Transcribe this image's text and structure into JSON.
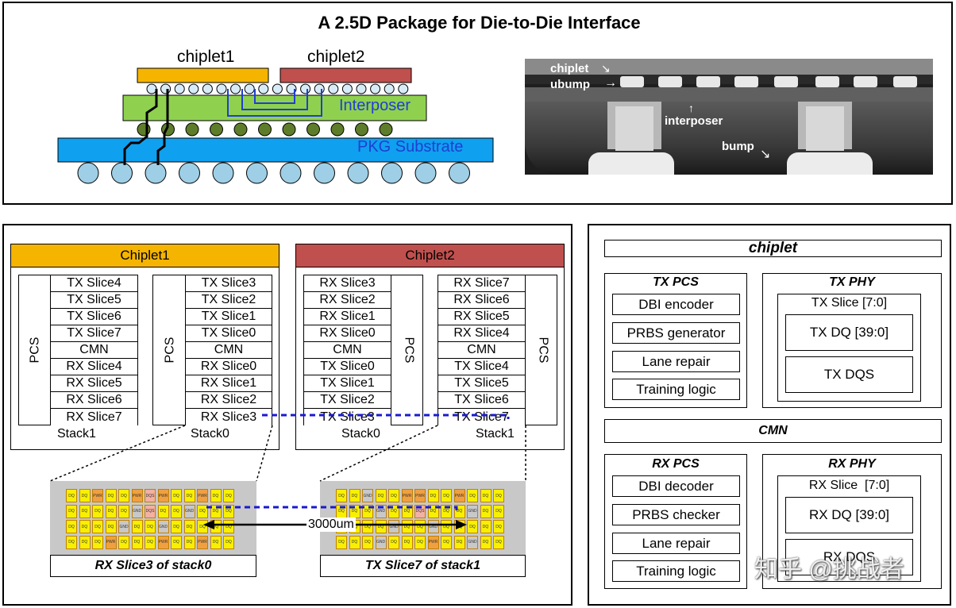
{
  "title": "A 2.5D Package for Die-to-Die Interface",
  "cross_section": {
    "chiplet1": "chiplet1",
    "chiplet2": "chiplet2",
    "interposer": "Interposer",
    "substrate": "PKG Substrate"
  },
  "xray": {
    "chiplet": "chiplet",
    "ubump": "ubump",
    "interposer": "interposer",
    "bump": "bump"
  },
  "chiplet1": {
    "header": "Chiplet1",
    "stack1": {
      "pcs": "PCS",
      "label": "Stack1",
      "slices": [
        "TX Slice4",
        "TX Slice5",
        "TX Slice6",
        "TX Slice7",
        "CMN",
        "RX Slice4",
        "RX Slice5",
        "RX Slice6",
        "RX Slice7"
      ]
    },
    "stack0": {
      "pcs": "PCS",
      "label": "Stack0",
      "slices": [
        "TX Slice3",
        "TX Slice2",
        "TX Slice1",
        "TX Slice0",
        "CMN",
        "RX Slice0",
        "RX Slice1",
        "RX Slice2",
        "RX Slice3"
      ]
    }
  },
  "chiplet2": {
    "header": "Chiplet2",
    "stack0": {
      "pcs": "PCS",
      "label": "Stack0",
      "slices": [
        "RX Slice3",
        "RX Slice2",
        "RX Slice1",
        "RX Slice0",
        "CMN",
        "TX Slice0",
        "TX Slice1",
        "TX Slice2",
        "TX Slice3"
      ]
    },
    "stack1": {
      "pcs": "PCS",
      "label": "Stack1",
      "slices": [
        "RX Slice7",
        "RX Slice6",
        "RX Slice5",
        "RX Slice4",
        "CMN",
        "TX Slice4",
        "TX Slice5",
        "TX Slice6",
        "TX Slice7"
      ]
    }
  },
  "bump_maps": {
    "left_caption": "RX Slice3 of stack0",
    "right_caption": "TX Slice7 of stack1",
    "distance": "3000um",
    "left_rows": [
      [
        "DQ",
        "DQ",
        "PWR",
        "DQ",
        "DQ",
        "PWR",
        "DQS",
        "PWR",
        "DQ",
        "DQ",
        "PWR",
        "DQ",
        "DQ"
      ],
      [
        "DQ",
        "DQ",
        "DQ",
        "DQ",
        "DQ",
        "GND",
        "DQS",
        "DQ",
        "DQ",
        "GND",
        "DQ",
        "DQ",
        "DQ"
      ],
      [
        "DQ",
        "DQ",
        "DQ",
        "DQ",
        "GND",
        "DQ",
        "DQ",
        "GND",
        "DQ",
        "DQ",
        "DQ",
        "DQ",
        "DQ"
      ],
      [
        "DQ",
        "DQ",
        "DQ",
        "PWR",
        "DQ",
        "DQ",
        "DQ",
        "PWR",
        "DQ",
        "DQ",
        "PWR",
        "DQ",
        "DQ"
      ]
    ],
    "right_rows": [
      [
        "DQ",
        "DQ",
        "GND",
        "DQ",
        "DQ",
        "PWR",
        "PWR",
        "DQ",
        "DQ",
        "PWR",
        "DQ",
        "DQ",
        "DQ"
      ],
      [
        "DQ",
        "DQ",
        "DQ",
        "GND",
        "DQ",
        "DQ",
        "DQS",
        "DQ",
        "DQ",
        "DQ",
        "GND",
        "DQ",
        "DQ"
      ],
      [
        "DQ",
        "DQ",
        "DQ",
        "DQ",
        "GND",
        "DQ",
        "DQ",
        "GND",
        "DQ",
        "DQ",
        "DQ",
        "DQ",
        "DQ"
      ],
      [
        "DQ",
        "DQ",
        "DQ",
        "GND",
        "DQ",
        "DQ",
        "DQ",
        "PWR",
        "DQ",
        "DQ",
        "GND",
        "DQ",
        "DQ"
      ]
    ]
  },
  "chiplet_block": {
    "title": "chiplet",
    "tx_pcs": {
      "title": "TX PCS",
      "items": [
        "DBI encoder",
        "PRBS generator",
        "Lane repair",
        "Training logic"
      ]
    },
    "tx_phy": {
      "title": "TX PHY",
      "slice": "TX Slice [7:0]",
      "dq": "TX DQ [39:0]",
      "dqs": "TX DQS"
    },
    "cmn": "CMN",
    "rx_pcs": {
      "title": "RX PCS",
      "items": [
        "DBI decoder",
        "PRBS checker",
        "Lane repair",
        "Training logic"
      ]
    },
    "rx_phy": {
      "title": "RX PHY",
      "slice": "RX Slice  [7:0]",
      "dq": "RX DQ [39:0]",
      "dqs": "RX DQS"
    }
  },
  "watermark": "知乎 @挑战者",
  "colors": {
    "chiplet1": "#f5b400",
    "chiplet2": "#c0504d",
    "interposer": "#8fd14f",
    "substrate": "#0fa0f0",
    "ball": "#9ecfe6",
    "route": "#1f3fd0",
    "bump_dq": "#f8f000",
    "bump_pwr": "#f0a040",
    "bump_gnd": "#c8c8c8",
    "bump_dqs": "#f4b0a0"
  }
}
